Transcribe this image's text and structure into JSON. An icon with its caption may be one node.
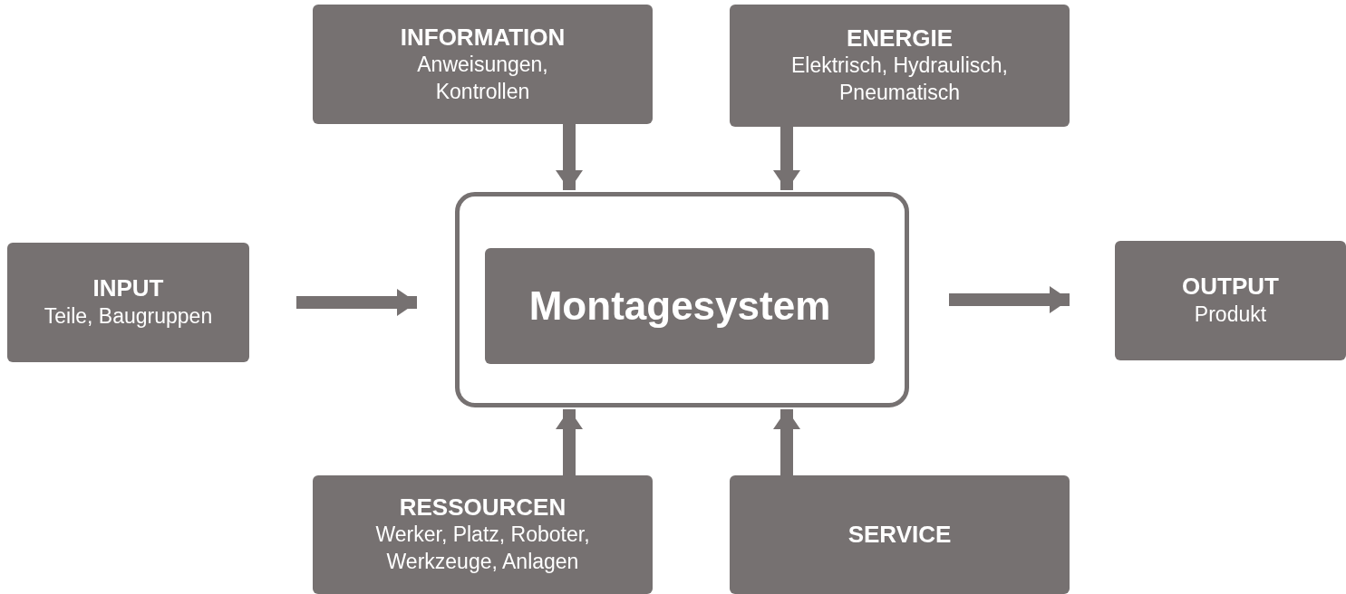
{
  "diagram": {
    "nodes": [
      {
        "text": [
          "INFORMATION",
          "Anweisungen, Kontrollen"
        ]
      },
      {
        "text": [
          "ENERGIE",
          "Elektrisch, Hydraulisch, Pneumatisch"
        ]
      },
      {
        "text": [
          "INPUT",
          "Teile, Baugruppen"
        ]
      },
      {
        "text": [],
        "shape": "box"
      },
      {
        "text": [
          "Montagesystem"
        ],
        "in": 3
      },
      {
        "text": [
          "OUTPUT",
          "Produkt"
        ]
      },
      {
        "text": [
          "RESSOURCEN",
          "Werker, Platz, Roboter, Werkzeuge, Anlagen"
        ]
      },
      {
        "text": [
          "SERVICE"
        ]
      }
    ],
    "edges": [
      {
        "from": 2,
        "to": 3,
        "arrow": "to"
      },
      {
        "from": 3,
        "to": 5,
        "arrow": "to"
      },
      {
        "from": 0,
        "to": 3,
        "arrow": "to"
      },
      {
        "from": 1,
        "to": 3,
        "arrow": "to"
      },
      {
        "from": 6,
        "to": 3,
        "arrow": "to"
      },
      {
        "from": 7,
        "to": 3,
        "arrow": "to"
      }
    ]
  }
}
